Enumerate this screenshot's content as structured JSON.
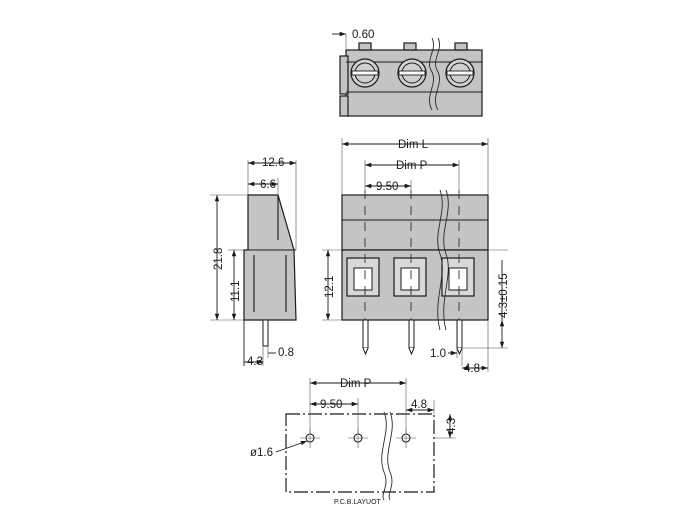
{
  "top_view": {
    "pitch_offset": "0.60"
  },
  "side_view": {
    "width": "12.6",
    "half_width": "6.6",
    "height": "21.8",
    "body_height": "11.1",
    "pin_offset": "4.3",
    "pin_thickness": "0.8"
  },
  "front_view": {
    "dim_l": "Dim  L",
    "dim_p": "Dim  P",
    "pitch": "9.50",
    "body_height": "12.1",
    "pin_length": "4.3±0.15",
    "pin_width": "1.0",
    "end_offset": "4.8"
  },
  "pcb_layout": {
    "dim_p": "Dim  P",
    "pitch": "9.50",
    "edge_offset": "4.8",
    "row_offset": "4.3",
    "hole_diameter": "ø1.6",
    "caption": "P.C.B.LAYUOT"
  }
}
